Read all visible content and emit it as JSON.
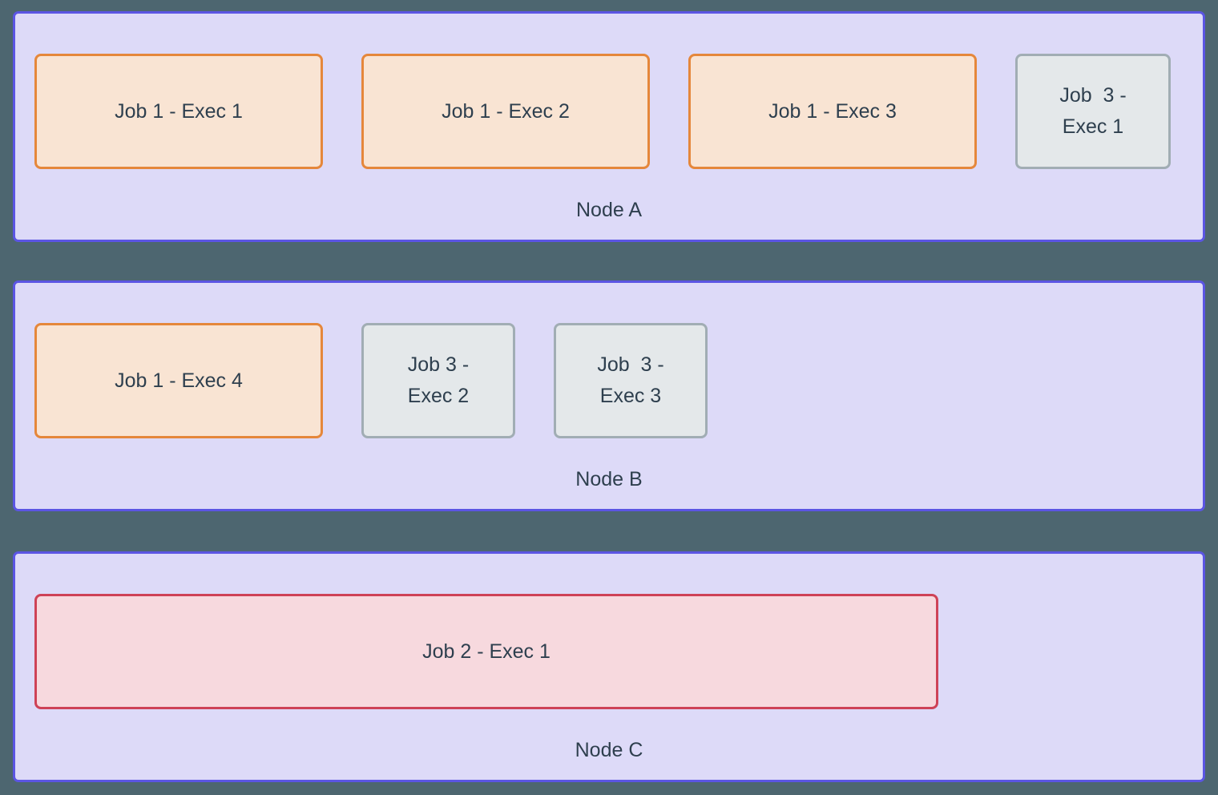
{
  "nodes": [
    {
      "label": "Node A",
      "executors": [
        {
          "label": "Job 1 - Exec 1",
          "job": "job-1"
        },
        {
          "label": "Job 1 - Exec 2",
          "job": "job-1"
        },
        {
          "label": "Job 1 - Exec 3",
          "job": "job-1"
        },
        {
          "label": "Job  3 -\nExec 1",
          "job": "job-3"
        }
      ]
    },
    {
      "label": "Node B",
      "executors": [
        {
          "label": "Job 1 - Exec 4",
          "job": "job-1"
        },
        {
          "label": "Job 3 -\nExec 2",
          "job": "job-3"
        },
        {
          "label": "Job  3 -\nExec 3",
          "job": "job-3"
        }
      ]
    },
    {
      "label": "Node C",
      "executors": [
        {
          "label": "Job 2 - Exec 1",
          "job": "job-2"
        }
      ]
    }
  ],
  "colors": {
    "background": "#4D6670",
    "node_fill": "#DDDAF8",
    "node_border": "#5B55E3",
    "job1_fill": "#F9E4D3",
    "job1_border": "#E5873B",
    "job2_fill": "#F7D9DE",
    "job2_border": "#CE4257",
    "job3_fill": "#E4E8EA",
    "job3_border": "#A1ADB4",
    "text": "#2E3F4E"
  }
}
